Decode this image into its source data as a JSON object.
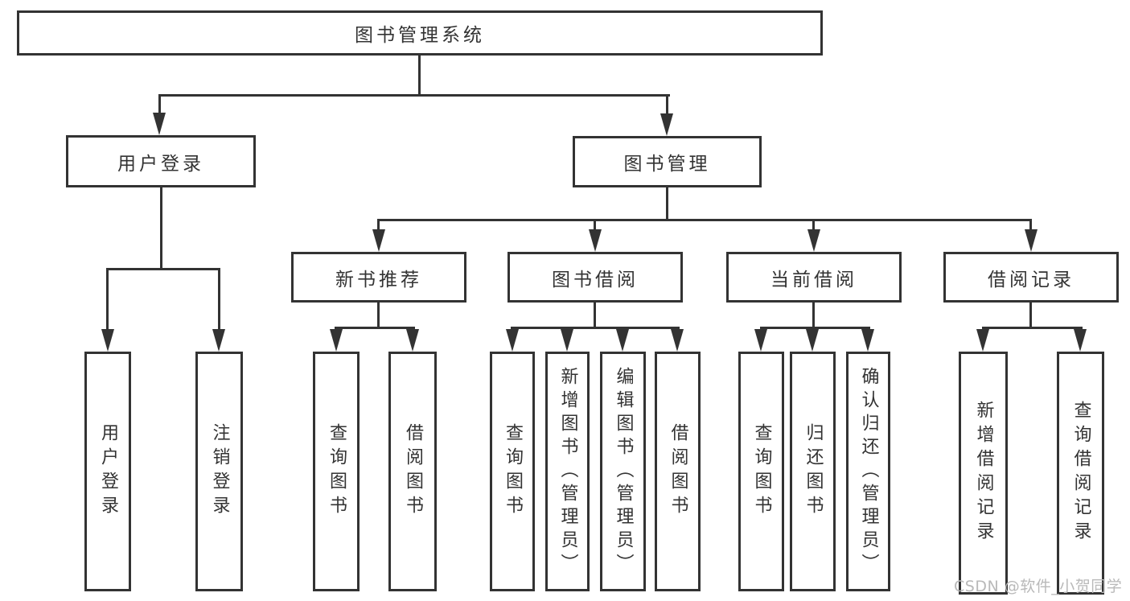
{
  "tree": {
    "root": "图书管理系统",
    "level2": [
      "用户登录",
      "图书管理"
    ],
    "level3": [
      "新书推荐",
      "图书借阅",
      "当前借阅",
      "借阅记录"
    ],
    "leaves": {
      "user_login": [
        "用户登录",
        "注销登录"
      ],
      "new_book_recommend": [
        "查询图书",
        "借阅图书"
      ],
      "book_borrow": [
        "查询图书",
        "新增图书（管理员）",
        "编辑图书（管理员）",
        "借阅图书"
      ],
      "current_borrow": [
        "查询图书",
        "归还图书",
        "确认归还（管理员）"
      ],
      "borrow_records": [
        "新增借阅记录",
        "查询借阅记录"
      ]
    }
  },
  "watermark": "CSDN @软件_小贺同学",
  "colors": {
    "line": "#333333",
    "text": "#333333",
    "watermark": "#b9b9b9",
    "background": "#ffffff"
  }
}
